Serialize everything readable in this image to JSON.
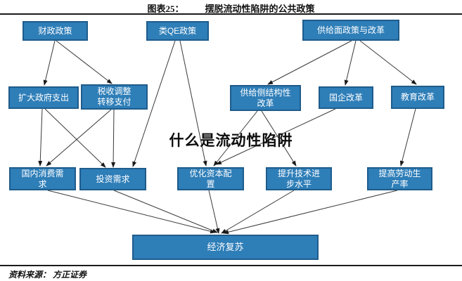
{
  "header": {
    "figure_label": "图表25：",
    "figure_title": "摆脱流动性陷阱的公共政策"
  },
  "overlay": {
    "center_text": "什么是流动性陷阱"
  },
  "footer": {
    "source_label": "资料来源：",
    "source_value": "方正证券"
  },
  "colors": {
    "node_fill": "#2e7eb8",
    "node_border": "#1f5c8b",
    "arrow_line": "#3a3a3a",
    "arrow_head": "#1a1a1a"
  },
  "diagram": {
    "nodes": {
      "caizheng": {
        "label": "财政政策"
      },
      "qe": {
        "label": "类QE政策"
      },
      "gongjimian": {
        "label": "供给面政策与改革"
      },
      "kuoda": {
        "label": "扩大政府支出"
      },
      "shuishou": {
        "label": "税收调整\n转移支付"
      },
      "gongjice": {
        "label": "供给侧结构性\n改革"
      },
      "guoqi": {
        "label": "国企改革"
      },
      "jiaoyu": {
        "label": "教育改革"
      },
      "guonei": {
        "label": "国内消费需\n求"
      },
      "touzi": {
        "label": "投资需求"
      },
      "youhua": {
        "label": "优化资本配\n置"
      },
      "tisheng": {
        "label": "提升技术进\n步水平"
      },
      "tigao": {
        "label": "提高劳动生\n产率"
      },
      "jingji": {
        "label": "经济复苏"
      }
    },
    "edges": [
      {
        "from": "caizheng",
        "to": "kuoda"
      },
      {
        "from": "caizheng",
        "to": "shuishou"
      },
      {
        "from": "qe",
        "to": "touzi"
      },
      {
        "from": "qe",
        "to": "youhua"
      },
      {
        "from": "gongjimian",
        "to": "gongjice"
      },
      {
        "from": "gongjimian",
        "to": "guoqi"
      },
      {
        "from": "gongjimian",
        "to": "jiaoyu"
      },
      {
        "from": "kuoda",
        "to": "guonei"
      },
      {
        "from": "kuoda",
        "to": "touzi"
      },
      {
        "from": "shuishou",
        "to": "guonei"
      },
      {
        "from": "shuishou",
        "to": "touzi"
      },
      {
        "from": "gongjice",
        "to": "youhua"
      },
      {
        "from": "gongjice",
        "to": "tisheng"
      },
      {
        "from": "guoqi",
        "to": "youhua"
      },
      {
        "from": "jiaoyu",
        "to": "tigao"
      },
      {
        "from": "guonei",
        "to": "jingji"
      },
      {
        "from": "touzi",
        "to": "jingji"
      },
      {
        "from": "youhua",
        "to": "jingji"
      },
      {
        "from": "tisheng",
        "to": "jingji"
      },
      {
        "from": "tigao",
        "to": "jingji"
      }
    ]
  }
}
